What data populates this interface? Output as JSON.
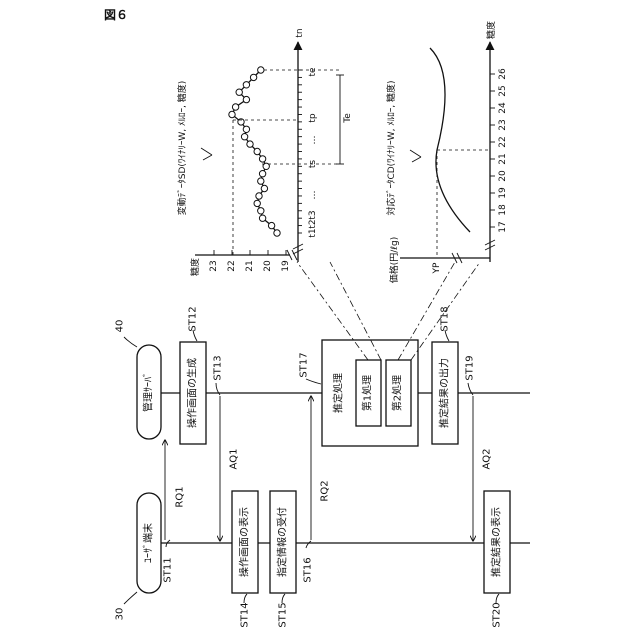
{
  "figure_label": "図６",
  "sequence": {
    "server": {
      "ref": "40",
      "name": "管理ｻｰﾊﾞ"
    },
    "terminal": {
      "ref": "30",
      "name": "ﾕｰｻﾞ端末"
    },
    "steps": {
      "st11": "ST11",
      "st12": "ST12",
      "st13": "ST13",
      "st14": "ST14",
      "st15": "ST15",
      "st16": "ST16",
      "st17": "ST17",
      "st18": "ST18",
      "st19": "ST19",
      "st20": "ST20"
    },
    "boxes": {
      "generate_screen": "操作画面の生成",
      "display_screen": "操作画面の表示",
      "accept_info": "指定情報の受付",
      "estimation": "推定処理",
      "first_process": "第1処理",
      "second_process": "第2処理",
      "output_result": "推定結果の出力",
      "display_result": "推定結果の表示"
    },
    "messages": {
      "rq1": "RQ1",
      "aq1": "AQ1",
      "rq2": "RQ2",
      "aq2": "AQ2"
    }
  },
  "graph_top": {
    "title": "変動ﾃﾞｰﾀSD(ﾜｲﾅﾘｰW, ﾒﾙﾛｰ, 糖度)",
    "value_axis_label": "糖度",
    "value_ticks": [
      "23",
      "22",
      "21",
      "20",
      "19"
    ],
    "time_axis_label": "tn",
    "time_labels": [
      "t1",
      "t2",
      "t3",
      "…",
      "ts",
      "…",
      "tp",
      "te"
    ],
    "interval_label": "Te",
    "marked_value": "22",
    "points": [
      {
        "t": 1,
        "v": 19.5
      },
      {
        "t": 2,
        "v": 19.8
      },
      {
        "t": 3,
        "v": 20.3
      },
      {
        "t": 4,
        "v": 20.4
      },
      {
        "t": 5,
        "v": 20.6
      },
      {
        "t": 6,
        "v": 20.5
      },
      {
        "t": 7,
        "v": 20.2
      },
      {
        "t": 8,
        "v": 20.4
      },
      {
        "t": 9,
        "v": 20.3
      },
      {
        "t": 10,
        "v": 20.1
      },
      {
        "t": 11,
        "v": 20.3
      },
      {
        "t": 12,
        "v": 20.6
      },
      {
        "t": 13,
        "v": 21.0
      },
      {
        "t": 14,
        "v": 21.3
      },
      {
        "t": 15,
        "v": 21.2
      },
      {
        "t": 16,
        "v": 21.5
      },
      {
        "t": 17,
        "v": 22.0
      },
      {
        "t": 18,
        "v": 21.8
      },
      {
        "t": 19,
        "v": 21.2
      },
      {
        "t": 20,
        "v": 21.6
      },
      {
        "t": 21,
        "v": 21.2
      },
      {
        "t": 22,
        "v": 20.8
      },
      {
        "t": 23,
        "v": 20.4
      }
    ]
  },
  "graph_bottom": {
    "title": "対応ﾃﾞｰﾀCD(ﾜｲﾅﾘｰW, ﾒﾙﾛｰ, 糖度)",
    "price_axis_label": "価格(円/ℓg)",
    "sugar_axis_label": "糖度",
    "sugar_ticks": [
      "17",
      "18",
      "19",
      "20",
      "21",
      "22",
      "23",
      "24",
      "25",
      "26"
    ],
    "marked_price": "YP"
  }
}
